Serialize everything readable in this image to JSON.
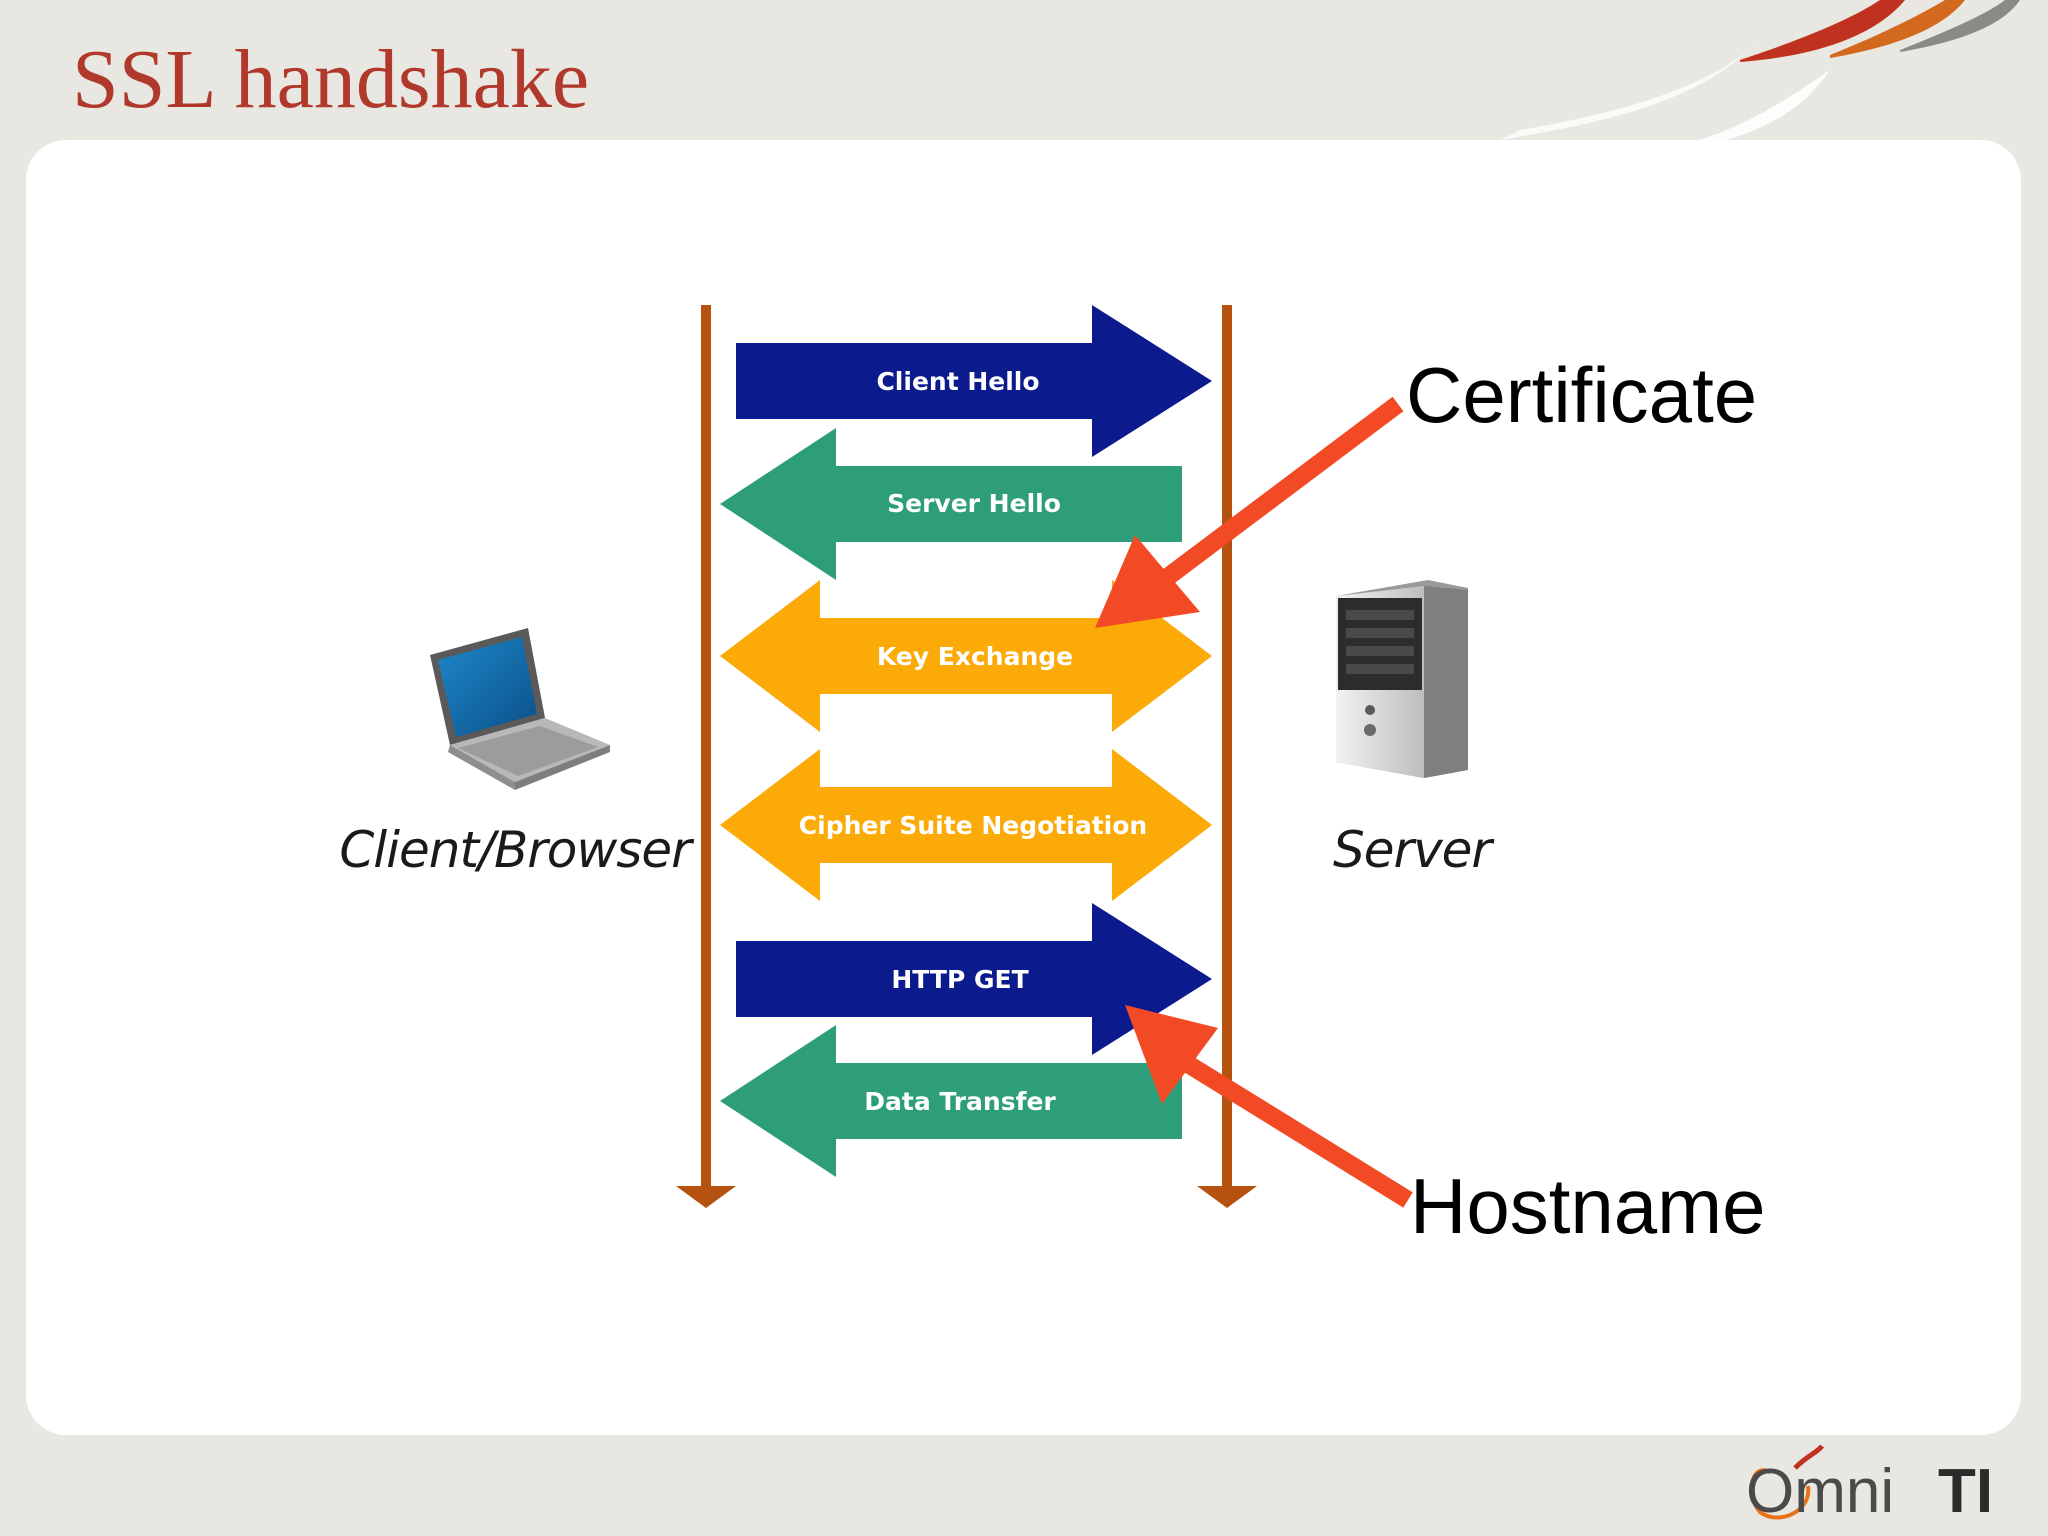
{
  "slide": {
    "title": "SSL handshake"
  },
  "messages": [
    {
      "label": "Client Hello",
      "direction": "right",
      "color": "#0b1a8c"
    },
    {
      "label": "Server Hello",
      "direction": "left",
      "color": "#2e9e7a"
    },
    {
      "label": "Key Exchange",
      "direction": "both",
      "color": "#fbaa08"
    },
    {
      "label": "Cipher Suite Negotiation",
      "direction": "both",
      "color": "#fbaa08"
    },
    {
      "label": "HTTP GET",
      "direction": "right",
      "color": "#0b1a8c"
    },
    {
      "label": "Data Transfer",
      "direction": "left",
      "color": "#2e9e7a"
    }
  ],
  "endpoints": {
    "client": "Client/Browser",
    "server": "Server"
  },
  "callouts": {
    "certificate": "Certificate",
    "hostname": "Hostname"
  },
  "logo": {
    "prefix": "Omni",
    "suffix": "TI"
  },
  "colors": {
    "title": "#b0392b",
    "lifeline": "#b5520f",
    "callout_arrow": "#f24a25",
    "background": "#e8e7e2",
    "panel": "#ffffff"
  }
}
